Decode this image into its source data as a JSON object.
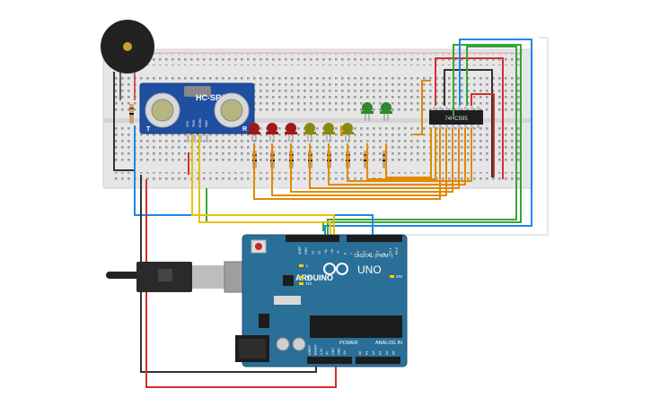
{
  "sensor": {
    "model": "HC-SR04",
    "pins": [
      "VCC",
      "TRIG",
      "ECHO",
      "GND"
    ],
    "side_left": "T",
    "side_right": "R"
  },
  "shift_register": {
    "label": "74HC595"
  },
  "arduino": {
    "brand": "ARDUINO",
    "model": "UNO",
    "digital_label": "DIGITAL (PWM~)",
    "power_label": "POWER",
    "analog_label": "ANALOG IN",
    "led_labels": {
      "l": "L",
      "tx": "TX",
      "rx": "RX",
      "on": "ON"
    },
    "header_top": [
      "AREF",
      "GND",
      "13",
      "12",
      "~11",
      "~10",
      "~9",
      "8",
      "7",
      "~6",
      "~5",
      "4",
      "~3",
      "2",
      "TX 1",
      "RX 0"
    ],
    "header_power": [
      "IOREF",
      "RESET",
      "3.3V",
      "5V",
      "GND",
      "GND",
      "Vin"
    ],
    "header_analog": [
      "A0",
      "A1",
      "A2",
      "A3",
      "A4",
      "A5"
    ]
  },
  "leds": [
    {
      "color": "red"
    },
    {
      "color": "red"
    },
    {
      "color": "red"
    },
    {
      "color": "yellow"
    },
    {
      "color": "yellow"
    },
    {
      "color": "yellow"
    },
    {
      "color": "green"
    },
    {
      "color": "green"
    }
  ],
  "colors": {
    "breadboard": "#e8e8e8",
    "board": "#2a6f97",
    "wire_red": "#d32f2f",
    "wire_black": "#333333",
    "wire_orange": "#e08a00",
    "wire_yellow": "#e6c200",
    "wire_green": "#3aa33a",
    "wire_blue": "#1e88e5",
    "led_red": "#a01818",
    "led_yellow": "#8a8a10",
    "led_green": "#2d8a2d"
  },
  "icons": [
    "buzzer-icon",
    "usb-cable-icon",
    "power-jack-icon",
    "reset-button-icon"
  ]
}
